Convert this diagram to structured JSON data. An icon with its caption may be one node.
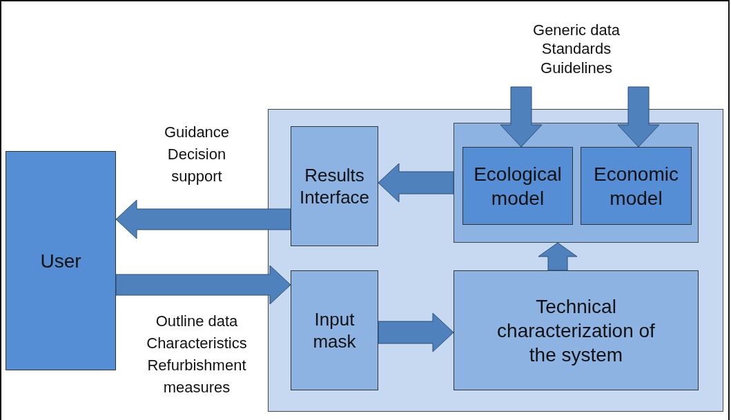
{
  "diagram": {
    "nodes": [
      {
        "text": [
          "User"
        ]
      },
      {
        "text": [],
        "shape": "box"
      },
      {
        "text": [
          "Results Interface"
        ],
        "in": 1
      },
      {
        "text": [],
        "shape": "box",
        "in": 1
      },
      {
        "text": [
          "Ecological model"
        ],
        "in": 3
      },
      {
        "text": [
          "Economic model"
        ],
        "in": 3
      },
      {
        "text": [
          "Input mask"
        ],
        "in": 1
      },
      {
        "text": [
          "Technical characterization of the system"
        ],
        "in": 1
      },
      {
        "text": [
          "Generic data Standards Guidelines"
        ]
      }
    ],
    "edges": [
      {
        "from": 2,
        "to": 0,
        "arrow": "to",
        "label": "Guidance Decision support"
      },
      {
        "from": 0,
        "to": 6,
        "arrow": "to",
        "label": "Outline data Characteristics Refurbishment measures"
      },
      {
        "from": 6,
        "to": 7,
        "arrow": "to"
      },
      {
        "from": 7,
        "to": 3,
        "arrow": "to"
      },
      {
        "from": 3,
        "to": 2,
        "arrow": "to"
      },
      {
        "from": 8,
        "to": 4,
        "arrow": "to"
      },
      {
        "from": 8,
        "to": 5,
        "arrow": "to"
      }
    ]
  }
}
